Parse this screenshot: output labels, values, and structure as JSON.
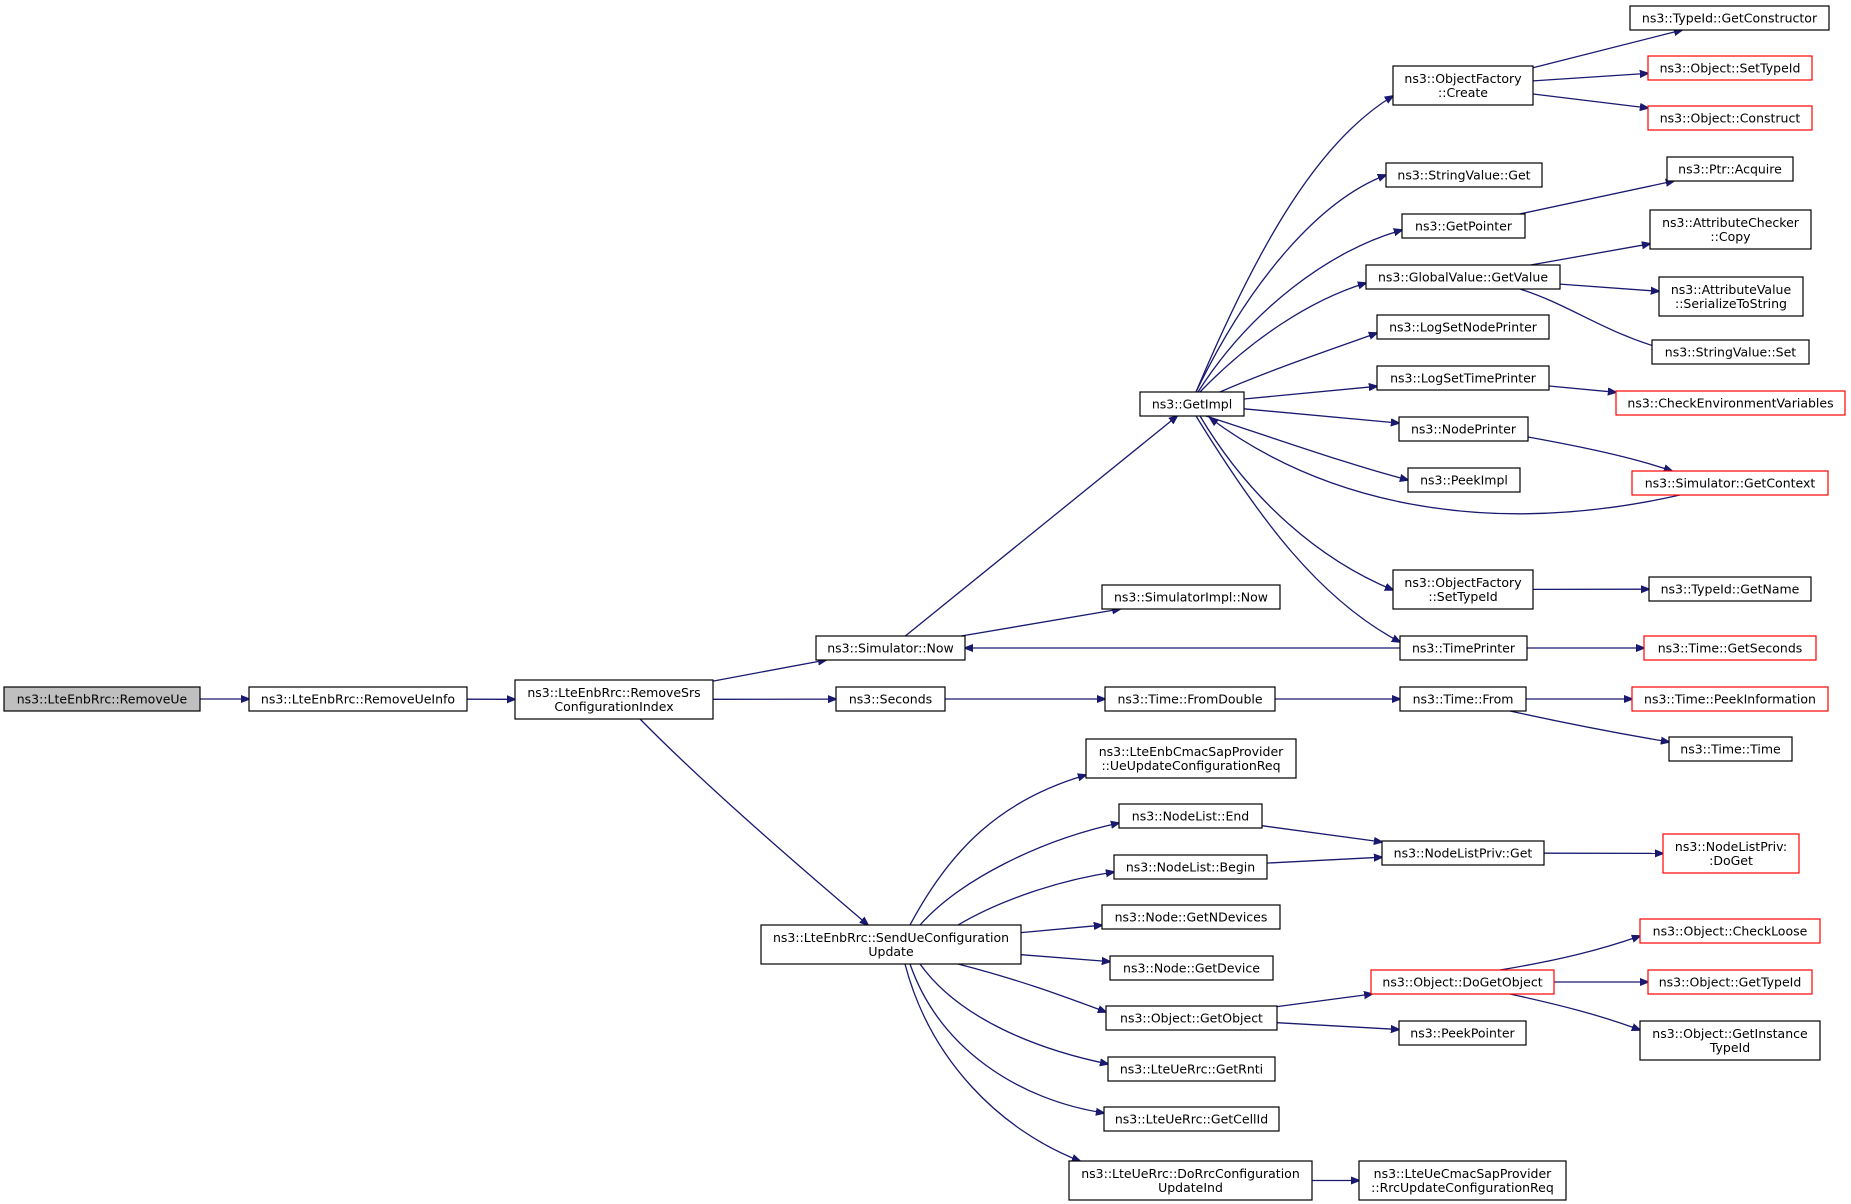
{
  "colors": {
    "edge": "#191970",
    "node_border": "#000000",
    "node_border_truncated": "#ff0000",
    "root_fill": "#bfbfbf",
    "node_fill": "#ffffff"
  },
  "nodes": [
    {
      "id": "n1",
      "lines": [
        "ns3::LteEnbRrc::RemoveUe"
      ],
      "style": "root"
    },
    {
      "id": "n2",
      "lines": [
        "ns3::LteEnbRrc::RemoveUeInfo"
      ],
      "style": "normal"
    },
    {
      "id": "n3",
      "lines": [
        "ns3::LteEnbRrc::RemoveSrs",
        "ConfigurationIndex"
      ],
      "style": "normal"
    },
    {
      "id": "n4",
      "lines": [
        "ns3::Simulator::Now"
      ],
      "style": "normal"
    },
    {
      "id": "n5",
      "lines": [
        "ns3::Seconds"
      ],
      "style": "normal"
    },
    {
      "id": "n6",
      "lines": [
        "ns3::LteEnbRrc::SendUeConfiguration",
        "Update"
      ],
      "style": "normal"
    },
    {
      "id": "n7",
      "lines": [
        "ns3::GetImpl"
      ],
      "style": "normal"
    },
    {
      "id": "n8",
      "lines": [
        "ns3::SimulatorImpl::Now"
      ],
      "style": "normal"
    },
    {
      "id": "n9",
      "lines": [
        "ns3::ObjectFactory",
        "::Create"
      ],
      "style": "normal"
    },
    {
      "id": "n10",
      "lines": [
        "ns3::StringValue::Get"
      ],
      "style": "normal"
    },
    {
      "id": "n11",
      "lines": [
        "ns3::GetPointer"
      ],
      "style": "normal"
    },
    {
      "id": "n12",
      "lines": [
        "ns3::GlobalValue::GetValue"
      ],
      "style": "normal"
    },
    {
      "id": "n13",
      "lines": [
        "ns3::LogSetNodePrinter"
      ],
      "style": "normal"
    },
    {
      "id": "n14",
      "lines": [
        "ns3::LogSetTimePrinter"
      ],
      "style": "normal"
    },
    {
      "id": "n15",
      "lines": [
        "ns3::NodePrinter"
      ],
      "style": "normal"
    },
    {
      "id": "n16",
      "lines": [
        "ns3::PeekImpl"
      ],
      "style": "normal"
    },
    {
      "id": "n17",
      "lines": [
        "ns3::ObjectFactory",
        "::SetTypeId"
      ],
      "style": "normal"
    },
    {
      "id": "n18",
      "lines": [
        "ns3::TimePrinter"
      ],
      "style": "normal"
    },
    {
      "id": "n19",
      "lines": [
        "ns3::TypeId::GetConstructor"
      ],
      "style": "normal"
    },
    {
      "id": "n20",
      "lines": [
        "ns3::Object::SetTypeId"
      ],
      "style": "truncated"
    },
    {
      "id": "n21",
      "lines": [
        "ns3::Object::Construct"
      ],
      "style": "truncated"
    },
    {
      "id": "n22",
      "lines": [
        "ns3::Ptr::Acquire"
      ],
      "style": "normal"
    },
    {
      "id": "n23",
      "lines": [
        "ns3::AttributeChecker",
        "::Copy"
      ],
      "style": "normal"
    },
    {
      "id": "n24",
      "lines": [
        "ns3::AttributeValue",
        "::SerializeToString"
      ],
      "style": "normal"
    },
    {
      "id": "n25",
      "lines": [
        "ns3::StringValue::Set"
      ],
      "style": "normal"
    },
    {
      "id": "n26",
      "lines": [
        "ns3::CheckEnvironmentVariables"
      ],
      "style": "truncated"
    },
    {
      "id": "n27",
      "lines": [
        "ns3::Simulator::GetContext"
      ],
      "style": "truncated"
    },
    {
      "id": "n28",
      "lines": [
        "ns3::TypeId::GetName"
      ],
      "style": "normal"
    },
    {
      "id": "n29",
      "lines": [
        "ns3::Time::GetSeconds"
      ],
      "style": "truncated"
    },
    {
      "id": "n30",
      "lines": [
        "ns3::Time::FromDouble"
      ],
      "style": "normal"
    },
    {
      "id": "n31",
      "lines": [
        "ns3::Time::From"
      ],
      "style": "normal"
    },
    {
      "id": "n32",
      "lines": [
        "ns3::Time::PeekInformation"
      ],
      "style": "truncated"
    },
    {
      "id": "n33",
      "lines": [
        "ns3::Time::Time"
      ],
      "style": "normal"
    },
    {
      "id": "n34",
      "lines": [
        "ns3::LteEnbCmacSapProvider",
        "::UeUpdateConfigurationReq"
      ],
      "style": "normal"
    },
    {
      "id": "n35",
      "lines": [
        "ns3::NodeList::End"
      ],
      "style": "normal"
    },
    {
      "id": "n36",
      "lines": [
        "ns3::NodeList::Begin"
      ],
      "style": "normal"
    },
    {
      "id": "n37",
      "lines": [
        "ns3::Node::GetNDevices"
      ],
      "style": "normal"
    },
    {
      "id": "n38",
      "lines": [
        "ns3::Node::GetDevice"
      ],
      "style": "normal"
    },
    {
      "id": "n39",
      "lines": [
        "ns3::Object::GetObject"
      ],
      "style": "normal"
    },
    {
      "id": "n40",
      "lines": [
        "ns3::LteUeRrc::GetRnti"
      ],
      "style": "normal"
    },
    {
      "id": "n41",
      "lines": [
        "ns3::LteUeRrc::GetCellId"
      ],
      "style": "normal"
    },
    {
      "id": "n42",
      "lines": [
        "ns3::LteUeRrc::DoRrcConfiguration",
        "UpdateInd"
      ],
      "style": "normal"
    },
    {
      "id": "n43",
      "lines": [
        "ns3::NodeListPriv::Get"
      ],
      "style": "normal"
    },
    {
      "id": "n44",
      "lines": [
        "ns3::NodeListPriv:",
        ":DoGet"
      ],
      "style": "truncated"
    },
    {
      "id": "n45",
      "lines": [
        "ns3::Object::DoGetObject"
      ],
      "style": "truncated"
    },
    {
      "id": "n46",
      "lines": [
        "ns3::PeekPointer"
      ],
      "style": "normal"
    },
    {
      "id": "n47",
      "lines": [
        "ns3::Object::CheckLoose"
      ],
      "style": "truncated"
    },
    {
      "id": "n48",
      "lines": [
        "ns3::Object::GetTypeId"
      ],
      "style": "truncated"
    },
    {
      "id": "n49",
      "lines": [
        "ns3::Object::GetInstance",
        "TypeId"
      ],
      "style": "normal"
    },
    {
      "id": "n50",
      "lines": [
        "ns3::LteUeCmacSapProvider",
        "::RrcUpdateConfigurationReq"
      ],
      "style": "normal"
    }
  ],
  "edges": [
    [
      "n1",
      "n2"
    ],
    [
      "n2",
      "n3"
    ],
    [
      "n3",
      "n4"
    ],
    [
      "n3",
      "n5"
    ],
    [
      "n3",
      "n6"
    ],
    [
      "n4",
      "n7"
    ],
    [
      "n4",
      "n8"
    ],
    [
      "n7",
      "n9"
    ],
    [
      "n7",
      "n10"
    ],
    [
      "n7",
      "n11"
    ],
    [
      "n7",
      "n12"
    ],
    [
      "n7",
      "n13"
    ],
    [
      "n7",
      "n14"
    ],
    [
      "n7",
      "n15"
    ],
    [
      "n7",
      "n16"
    ],
    [
      "n7",
      "n17"
    ],
    [
      "n7",
      "n18"
    ],
    [
      "n9",
      "n19"
    ],
    [
      "n9",
      "n20"
    ],
    [
      "n9",
      "n21"
    ],
    [
      "n11",
      "n22"
    ],
    [
      "n12",
      "n23"
    ],
    [
      "n12",
      "n24"
    ],
    [
      "n12",
      "n25"
    ],
    [
      "n14",
      "n26"
    ],
    [
      "n15",
      "n27"
    ],
    [
      "n27",
      "n7"
    ],
    [
      "n17",
      "n28"
    ],
    [
      "n18",
      "n4"
    ],
    [
      "n18",
      "n29"
    ],
    [
      "n5",
      "n30"
    ],
    [
      "n30",
      "n31"
    ],
    [
      "n31",
      "n32"
    ],
    [
      "n31",
      "n33"
    ],
    [
      "n6",
      "n34"
    ],
    [
      "n6",
      "n35"
    ],
    [
      "n6",
      "n36"
    ],
    [
      "n6",
      "n37"
    ],
    [
      "n6",
      "n38"
    ],
    [
      "n6",
      "n39"
    ],
    [
      "n6",
      "n40"
    ],
    [
      "n6",
      "n41"
    ],
    [
      "n6",
      "n42"
    ],
    [
      "n35",
      "n43"
    ],
    [
      "n36",
      "n43"
    ],
    [
      "n43",
      "n44"
    ],
    [
      "n39",
      "n45"
    ],
    [
      "n39",
      "n46"
    ],
    [
      "n45",
      "n47"
    ],
    [
      "n45",
      "n48"
    ],
    [
      "n45",
      "n49"
    ],
    [
      "n42",
      "n50"
    ]
  ]
}
